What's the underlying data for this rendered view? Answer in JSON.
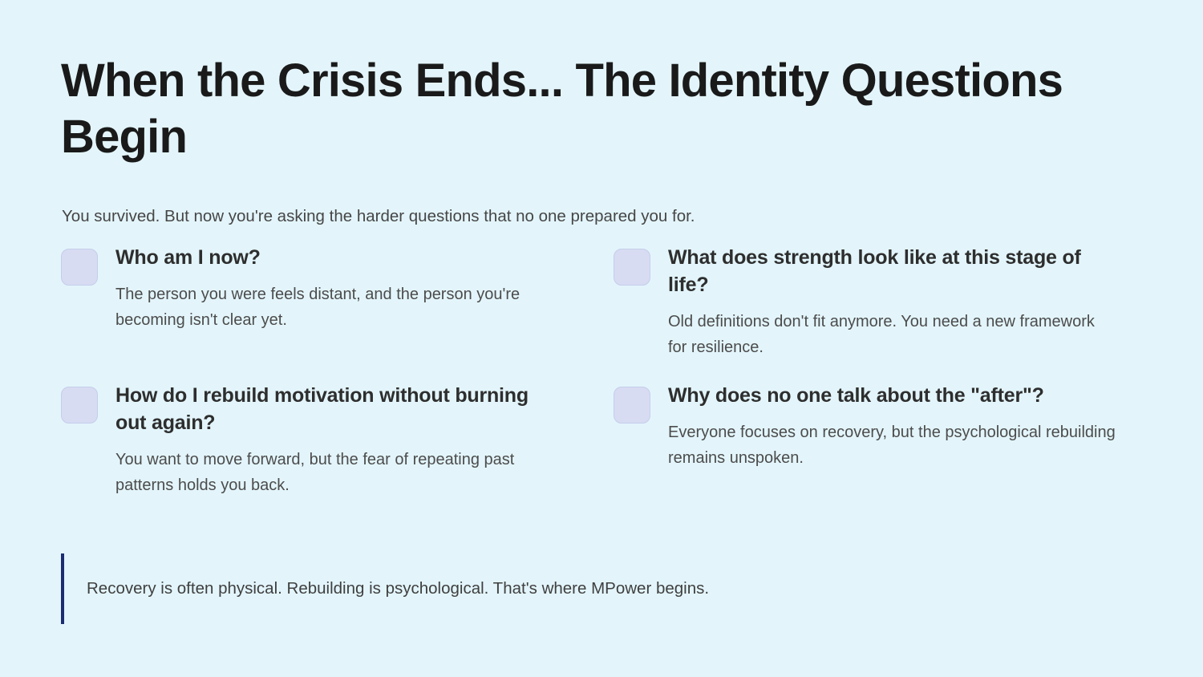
{
  "theme": {
    "background": "#e3f5fb",
    "title_color": "#1a1a1a",
    "body_color": "#4c4c4c",
    "icon_fill": "#d7dcf3",
    "icon_border": "#c6cdea",
    "accent_bar": "#1b2d70"
  },
  "header": {
    "title": "When the Crisis Ends... The Identity Questions Begin",
    "subtitle": "You survived. But now you're asking the harder questions that no one prepared you for."
  },
  "cards": [
    {
      "icon": "rounded-square-icon",
      "title": "Who am I now?",
      "description": "The person you were feels distant, and the person you're becoming isn't clear yet."
    },
    {
      "icon": "rounded-square-icon",
      "title": "What does strength look like at this stage of life?",
      "description": "Old definitions don't fit anymore. You need a new framework for resilience."
    },
    {
      "icon": "rounded-square-icon",
      "title": "How do I rebuild motivation without burning out again?",
      "description": "You want to move forward, but the fear of repeating past patterns holds you back."
    },
    {
      "icon": "rounded-square-icon",
      "title": "Why does no one talk about the \"after\"?",
      "description": "Everyone focuses on recovery, but the psychological rebuilding remains unspoken."
    }
  ],
  "callout": {
    "text": "Recovery is often physical. Rebuilding is psychological. That's where MPower begins."
  }
}
